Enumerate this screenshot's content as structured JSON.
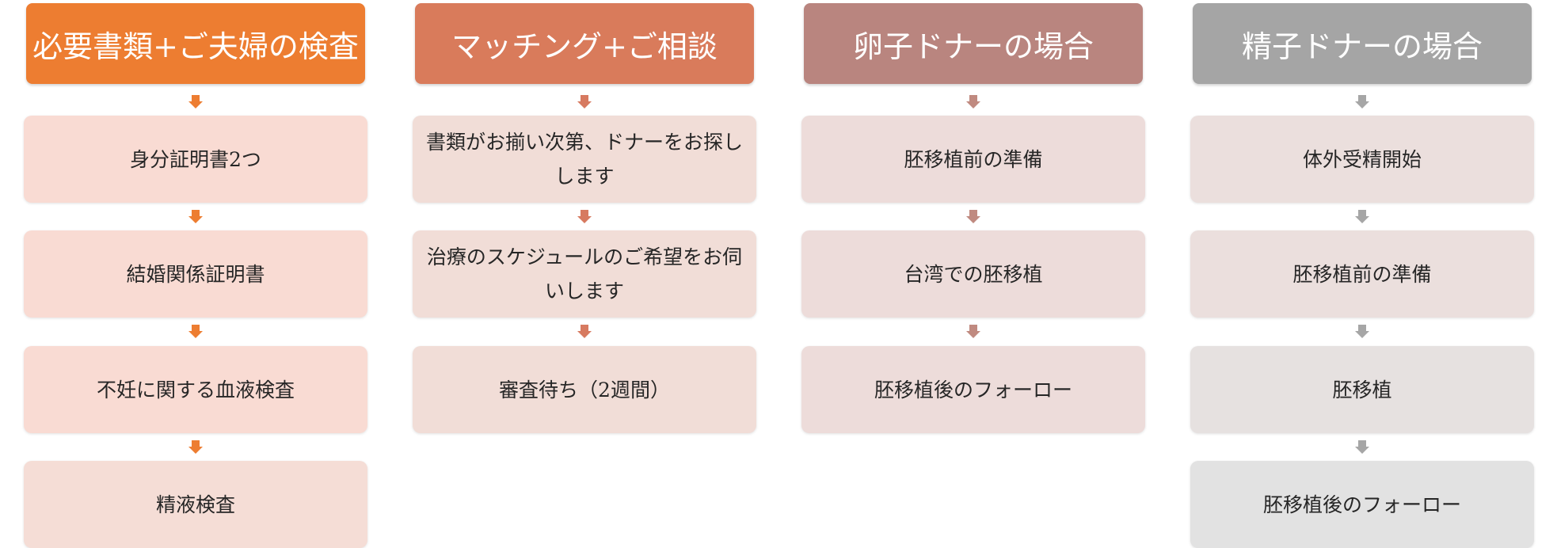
{
  "columns": [
    {
      "title": "必要書類+ご夫婦の検査",
      "header_color": "#ed7d31",
      "arrow_color": "#ed7d31",
      "step_colors": [
        "#f9dbd3",
        "#f9dbd3",
        "#f9dbd3",
        "#f5ddd6"
      ],
      "steps": [
        "身分証明書2つ",
        "結婚関係証明書",
        "不妊に関する血液検査",
        "精液検査"
      ]
    },
    {
      "title": "マッチング+ご相談",
      "header_color": "#d97b5b",
      "arrow_color": "#d77a60",
      "step_colors": [
        "#f1ddd7",
        "#f1ddd7",
        "#f1ddd7"
      ],
      "steps": [
        "書類がお揃い次第、ドナーをお探しします",
        "治療のスケジュールのご希望をお伺いします",
        "審査待ち（2週間）"
      ]
    },
    {
      "title": "卵子ドナーの場合",
      "header_color": "#b9857f",
      "arrow_color": "#c08a80",
      "step_colors": [
        "#eddcda",
        "#eddcda",
        "#eddcda"
      ],
      "steps": [
        "胚移植前の準備",
        "台湾での胚移植",
        "胚移植後のフォーロー"
      ]
    },
    {
      "title": "精子ドナーの場合",
      "header_color": "#a5a5a5",
      "arrow_color": "#a6a6a6",
      "step_colors": [
        "#ebdfdd",
        "#ebdfdd",
        "#e6e1e0",
        "#e2e2e2"
      ],
      "steps": [
        "体外受精開始",
        "胚移植前の準備",
        "胚移植",
        "胚移植後のフォーロー"
      ]
    }
  ]
}
